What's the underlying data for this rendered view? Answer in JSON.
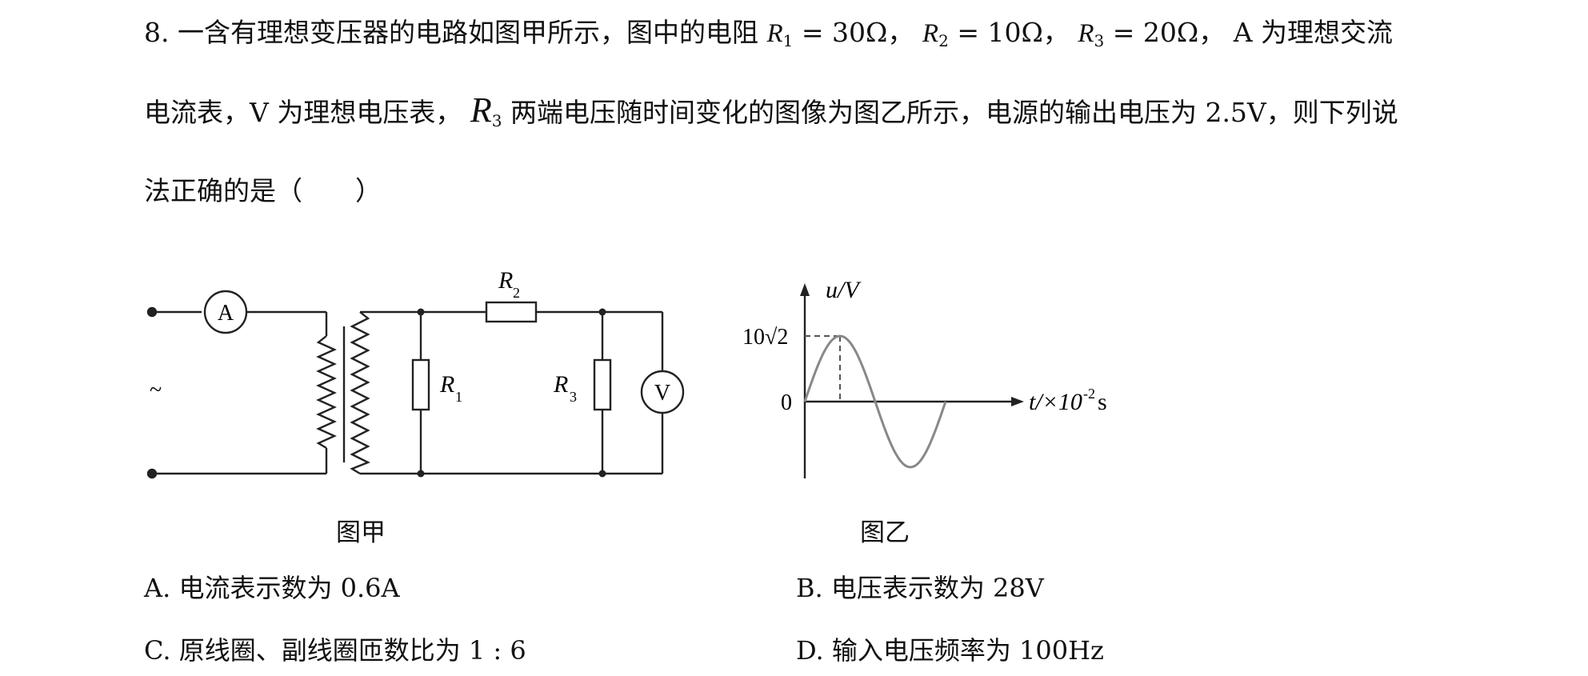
{
  "question": {
    "number": "8.",
    "line1_a": "一含有理想变压器的电路如图甲所示，图中的电阻",
    "r1_eq": "= 30Ω，",
    "r2_eq": "= 10Ω，",
    "r3_eq": "= 20Ω，",
    "line1_b": "A 为理想交流",
    "line2_a": "电流表，V 为理想电压表，",
    "line2_b": "两端电压随时间变化的图像为图乙所示，电源的输出电压为 2.5V，则下列说",
    "line3": "法正确的是（　　）"
  },
  "symbols": {
    "R": "R",
    "s1": "1",
    "s2": "2",
    "s3": "3"
  },
  "figure_a": {
    "caption": "图甲",
    "ammeter": "A",
    "voltmeter": "V",
    "source": "~",
    "R1": "R",
    "R1_sub": "1",
    "R2": "R",
    "R2_sub": "2",
    "R3": "R",
    "R3_sub": "3"
  },
  "figure_b": {
    "caption": "图乙",
    "y_axis_label": "u/V",
    "x_axis_label": "t/×10",
    "x_axis_exp": "-2",
    "x_axis_unit": "s",
    "peak_label": "10√2",
    "origin_label": "0"
  },
  "options": {
    "A": "A.  电流表示数为 0.6A",
    "B": "B.  电压表示数为 28V",
    "C": "C.  原线圈、副线圈匝数比为 1 : 6",
    "D": "D.  输入电压频率为 100Hz"
  }
}
